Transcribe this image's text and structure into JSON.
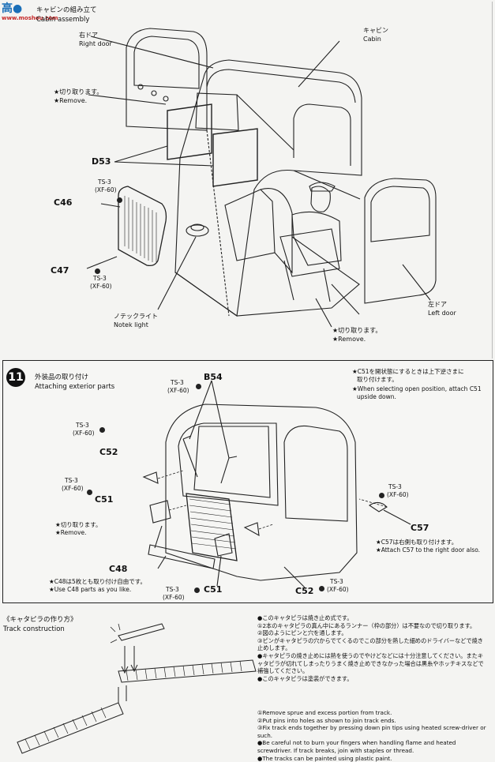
{
  "watermark": {
    "line1": "高●",
    "line2": "www.moshou.com"
  },
  "step10": {
    "title_jp": "キャビンの組み立て",
    "title_en": "Cabin assembly",
    "right_door_jp": "右ドア",
    "right_door_en": "Right door",
    "cabin_jp": "キャビン",
    "cabin_en": "Cabin",
    "remove1_jp": "★切り取ります。",
    "remove1_en": "★Remove.",
    "d53": "D53",
    "ts3_a": "TS-3",
    "xf60_a": "(XF-60)",
    "c46": "C46",
    "c47": "C47",
    "ts3_b": "TS-3",
    "xf60_b": "(XF-60)",
    "notek_jp": "ノテックライト",
    "notek_en": "Notek light",
    "remove2_jp": "★切り取ります。",
    "remove2_en": "★Remove.",
    "left_door_jp": "左ドア",
    "left_door_en": "Left door"
  },
  "step11": {
    "number": "11",
    "title_jp": "外装品の取り付け",
    "title_en": "Attaching exterior parts",
    "ts3_1": "TS-3",
    "xf60_1": "(XF-60)",
    "b54": "B54",
    "note_jp1": "★C51を開状態にするときは上下逆さまに",
    "note_jp2": "取り付けます。",
    "note_en1": "★When selecting open position, attach C51",
    "note_en2": "upside down.",
    "ts3_2": "TS-3",
    "xf60_2": "(XF-60)",
    "c52a": "C52",
    "ts3_3": "TS-3",
    "xf60_3": "(XF-60)",
    "c51a": "C51",
    "remove_jp": "★切り取ります。",
    "remove_en": "★Remove.",
    "c48": "C48",
    "c48_jp": "★C48は5枚とも取り付け自由です。",
    "c48_en": "★Use C48 parts as you like.",
    "ts3_4": "TS-3",
    "xf60_4": "(XF-60)",
    "c51b": "C51",
    "c52b": "C52",
    "ts3_5": "TS-3",
    "xf60_5": "(XF-60)",
    "ts3_6": "TS-3",
    "xf60_6": "(XF-60)",
    "c57": "C57",
    "c57_jp": "★C57は右側も取り付けます。",
    "c57_en": "★Attach C57 to the right door also."
  },
  "track": {
    "title_jp": "《キャタピラの作り方》",
    "title_en": "Track construction",
    "notes_jp": [
      "●このキャタピラは焼き止め式です。",
      "①2本のキャタピラの真ん中にあるランナー（枠の部分）は不要なので切り取ります。",
      "②図のようにピンと穴を通します。",
      "③ピンがキャタピラの穴からでてくるのでこの部分を熱した細めのドライバーなどで焼き止めします。",
      "●キャタピラの焼き止めには熱を使うのでやけどなどには十分注意してください。またキャタピラが切れてしまったりうまく焼き止めできなかった場合は黒糸やホッチキスなどで補強してください。",
      "●このキャタピラは塗装ができます。"
    ],
    "notes_en": [
      "①Remove sprue and excess portion from track.",
      "②Put pins into holes as shown to join track ends.",
      "③Fix track ends together by pressing down pin tips using heated screw-driver or such.",
      "●Be careful not to burn your fingers when handling flame and heated screwdriver. If track breaks, join with staples or thread.",
      "●The tracks can be painted using plastic paint."
    ]
  }
}
